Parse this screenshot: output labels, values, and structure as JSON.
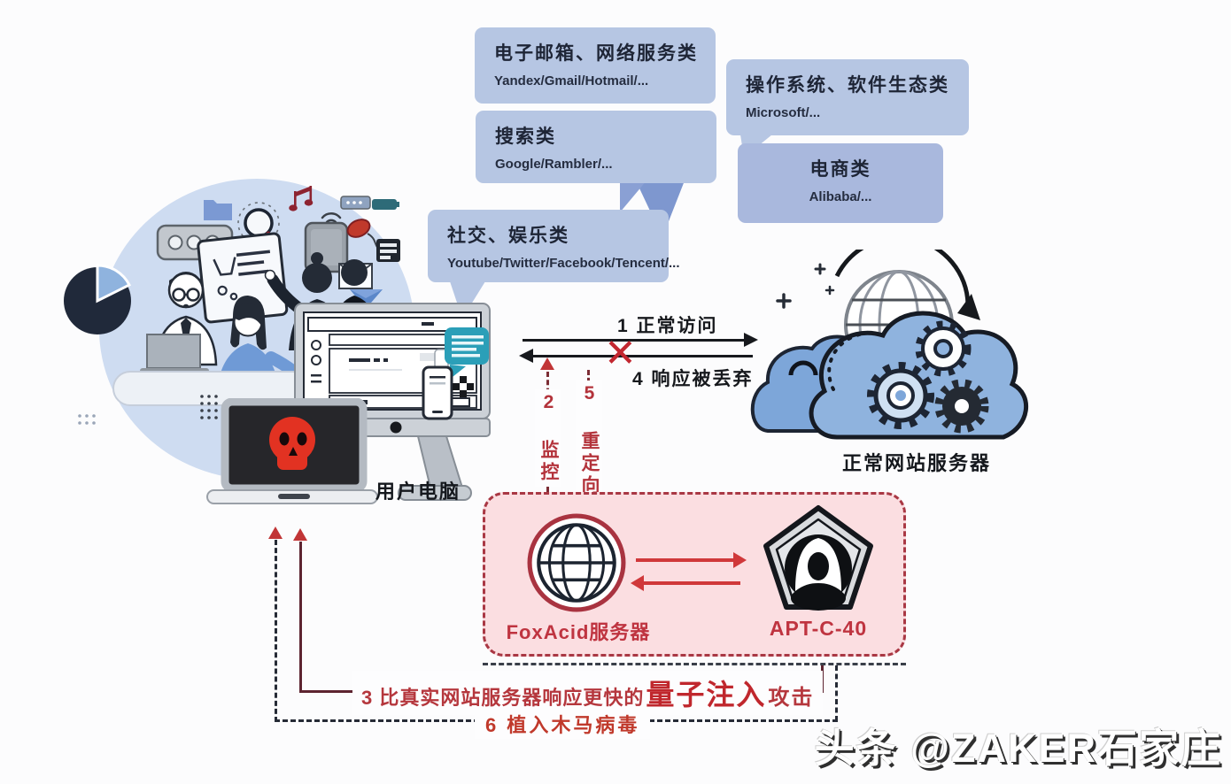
{
  "bubbles": {
    "email": {
      "title": "电子邮箱、网络服务类",
      "examples": "Yandex/Gmail/Hotmail/..."
    },
    "os": {
      "title": "操作系统、软件生态类",
      "examples": "Microsoft/..."
    },
    "search": {
      "title": "搜索类",
      "examples": "Google/Rambler/..."
    },
    "ecommerce": {
      "title": "电商类",
      "examples": "Alibaba/..."
    },
    "social": {
      "title": "社交、娱乐类",
      "examples": "Youtube/Twitter/Facebook/Tencent/..."
    }
  },
  "nodes": {
    "user_computer": "用户电脑",
    "normal_server": "正常网站服务器",
    "foxacid": "FoxAcid服务器",
    "apt": "APT-C-40"
  },
  "flows": {
    "step1": "1 正常访问",
    "step2": "2 监控",
    "step3_prefix": "3 比真实网站服务器响应更快的",
    "step3_emphasis": "量子注入",
    "step3_suffix": "攻击",
    "step4": "4 响应被丢弃",
    "step5": "5 重定向",
    "step6": "6 植入木马病毒",
    "blocked_mark": "✕"
  },
  "watermark": "头条 @ZAKER石家庄",
  "colors": {
    "bubble_light": "#b6c6e3",
    "bubble_dark": "#a9b8dd",
    "bubble_tail": "#7e97cf",
    "ink_navy": "#1d2533",
    "flow_black": "#17191d",
    "red": "#c0392b",
    "maroon_line": "#5d2430",
    "pink_box_bg": "#fbdee1",
    "pink_box_border": "#a93844",
    "label_red": "#bf3440",
    "cloud_blue": "#8fb3de",
    "chat_teal": "#2b9fb8",
    "skull_red": "#e23222"
  },
  "icon_names": [
    "team-illustration",
    "folder-icon",
    "magnifier-icon",
    "music-note-icon",
    "pie-chart-icon",
    "tablet-icon",
    "mouse-icon",
    "usb-chip-icon",
    "envelope-icon",
    "wifi-icon",
    "monitor-icon",
    "browser-window-icon",
    "smartphone-icon",
    "chat-bubble-icon",
    "dpad-icon",
    "laptop-icon",
    "skull-icon",
    "cloud-server-icon",
    "globe-icon",
    "gear-icon",
    "refresh-arrow-icon",
    "sparkle-icon",
    "foxacid-globe-icon",
    "pentagon-hacker-icon",
    "x-mark-icon"
  ]
}
